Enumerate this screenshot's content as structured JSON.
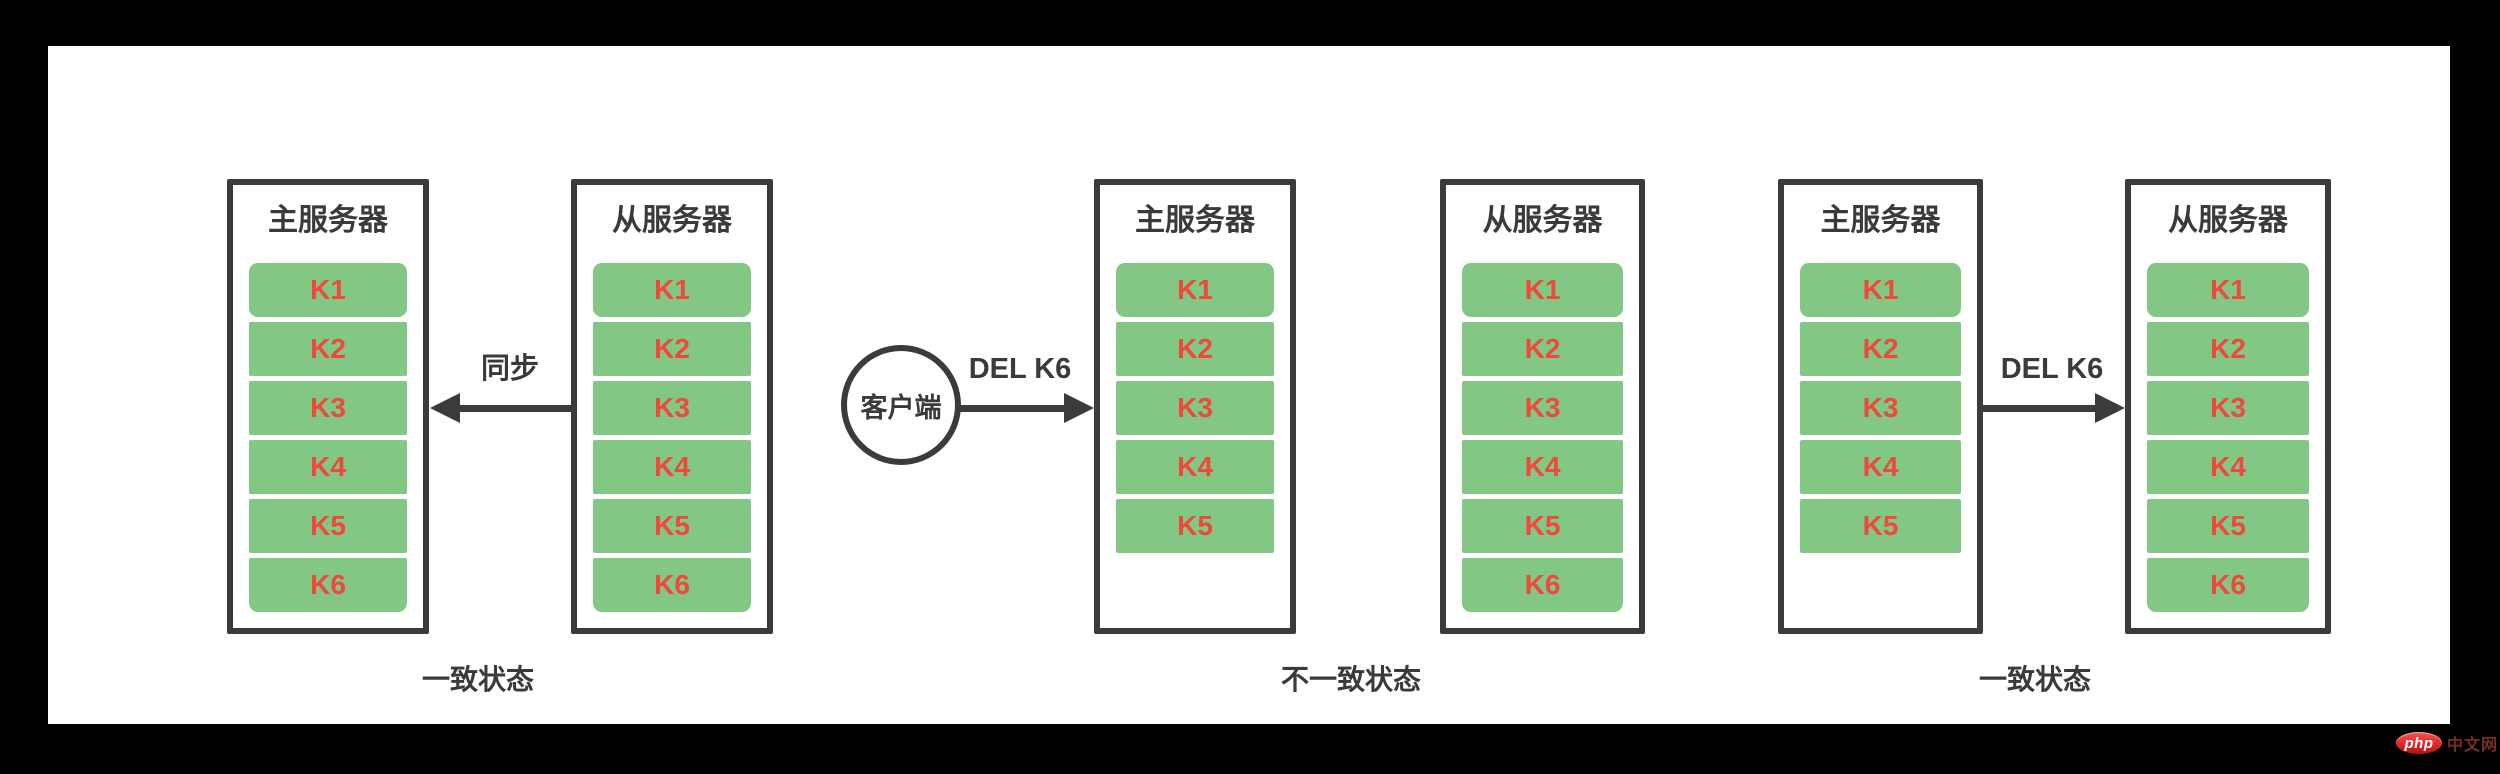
{
  "groups": [
    {
      "status_label": "一致状态",
      "arrow": {
        "label": "同步",
        "direction": "left"
      },
      "servers": [
        {
          "title": "主服务器",
          "keys": [
            "K1",
            "K2",
            "K3",
            "K4",
            "K5",
            "K6"
          ]
        },
        {
          "title": "从服务器",
          "keys": [
            "K1",
            "K2",
            "K3",
            "K4",
            "K5",
            "K6"
          ]
        }
      ]
    },
    {
      "status_label": "不一致状态",
      "client": {
        "label": "客户端"
      },
      "arrow": {
        "label": "DEL K6",
        "direction": "right"
      },
      "servers": [
        {
          "title": "主服务器",
          "keys": [
            "K1",
            "K2",
            "K3",
            "K4",
            "K5"
          ]
        },
        {
          "title": "从服务器",
          "keys": [
            "K1",
            "K2",
            "K3",
            "K4",
            "K5",
            "K6"
          ]
        }
      ]
    },
    {
      "status_label": "一致状态",
      "arrow": {
        "label": "DEL K6",
        "direction": "right"
      },
      "servers": [
        {
          "title": "主服务器",
          "keys": [
            "K1",
            "K2",
            "K3",
            "K4",
            "K5"
          ]
        },
        {
          "title": "从服务器",
          "keys": [
            "K1",
            "K2",
            "K3",
            "K4",
            "K5",
            "K6"
          ]
        }
      ]
    }
  ],
  "watermark": {
    "logo_text": "php",
    "site_text": "中文网"
  },
  "colors": {
    "page_bg": "#000000",
    "canvas_bg": "#ffffff",
    "stroke": "#3b3b3b",
    "label_text": "#3a3a3a",
    "key_block_bg": "#82c784",
    "key_text": "#f0483c",
    "watermark_badge": "#e5302f",
    "watermark_text": "#7a2d24"
  }
}
